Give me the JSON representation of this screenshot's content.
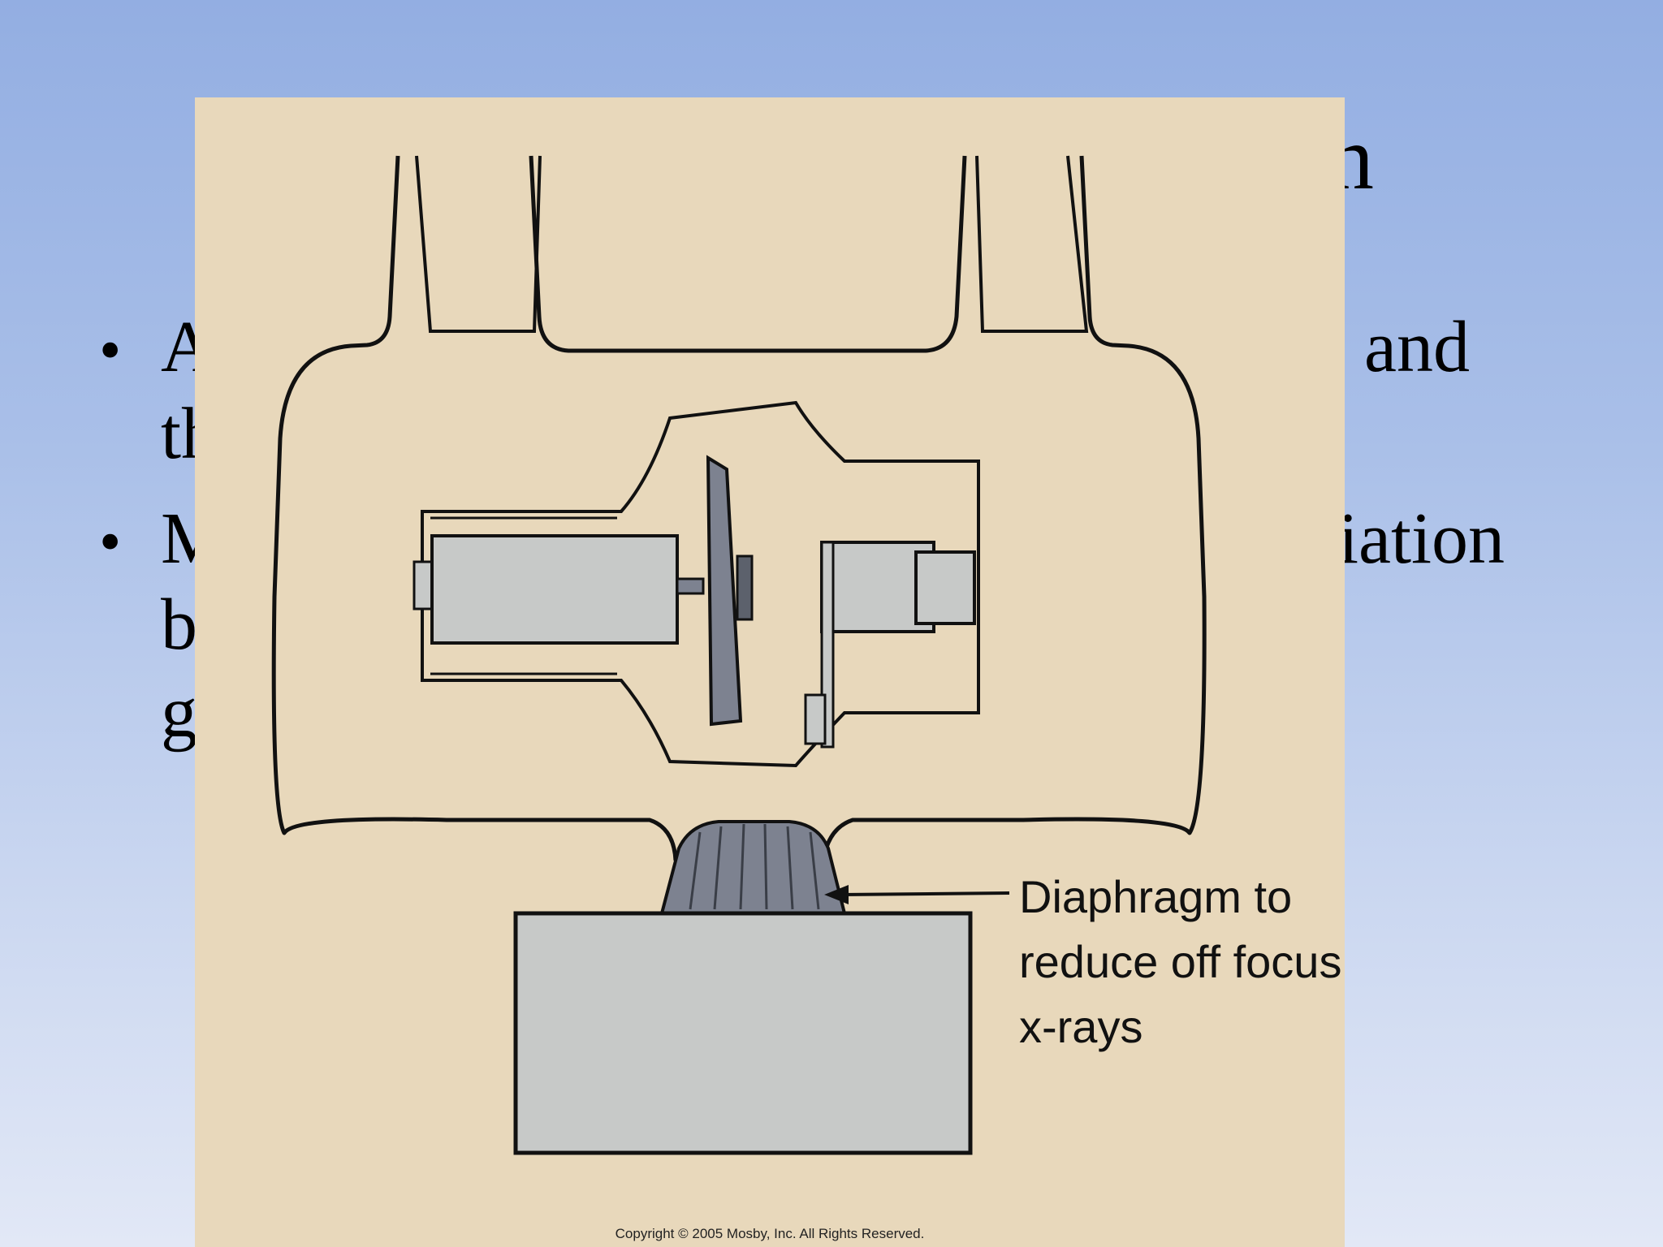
{
  "slide": {
    "title_fragment": "on",
    "bullets": [
      {
        "lines": [
          "A",
          "th"
        ],
        "right_fragments": [
          "and"
        ]
      },
      {
        "lines": [
          "M",
          "b",
          "g"
        ],
        "right_fragments": [
          "iation"
        ]
      }
    ]
  },
  "figure": {
    "callout_lines": [
      "Diaphragm  to",
      "reduce  off  focus",
      "x-rays"
    ],
    "copyright": "Copyright © 2005 Mosby, Inc. All Rights Reserved.",
    "colors": {
      "background": "#e8d8bb",
      "component_fill": "#c7c9c8",
      "dark_fill": "#7d8290",
      "outline": "#111111"
    }
  }
}
